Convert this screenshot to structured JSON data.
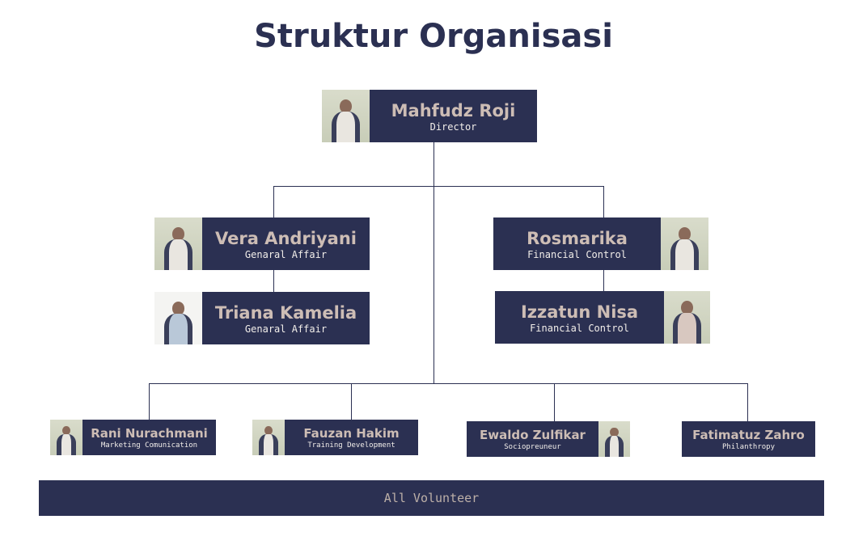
{
  "title": "Struktur Organisasi",
  "director": {
    "name": "Mahfudz Roji",
    "role": "Director"
  },
  "left": [
    {
      "name": "Vera Andriyani",
      "role": "Genaral Affair"
    },
    {
      "name": "Triana Kamelia",
      "role": "Genaral Affair"
    }
  ],
  "right": [
    {
      "name": "Rosmarika",
      "role": "Financial Control"
    },
    {
      "name": "Izzatun Nisa",
      "role": "Financial Control"
    }
  ],
  "bottom": [
    {
      "name": "Rani Nurachmani",
      "role": "Marketing Comunication"
    },
    {
      "name": "Fauzan Hakim",
      "role": "Training Development"
    },
    {
      "name": "Ewaldo Zulfikar",
      "role": "Sociopreuneur"
    },
    {
      "name": "Fatimatuz Zahro",
      "role": "Philanthropy"
    }
  ],
  "volunteer": "All Volunteer",
  "colors": {
    "navy": "#2b3052",
    "name_text": "#cdbdb5"
  }
}
